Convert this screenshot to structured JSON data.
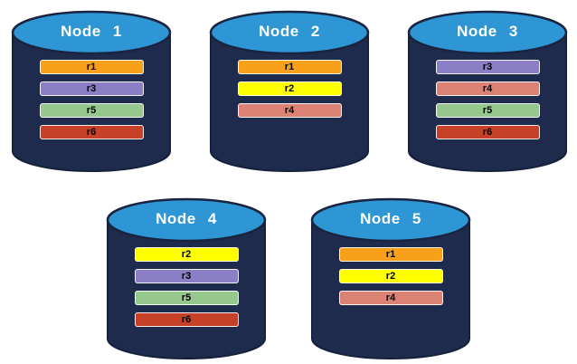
{
  "diagram": {
    "description": "Five database nodes with replica placement",
    "colors": {
      "cylinder_body": "#1F2B4D",
      "cylinder_outline": "#15203D",
      "cylinder_top": "#2E96D4",
      "cylinder_top_outline": "#1A2440",
      "replica": {
        "r1": "#F9A01B",
        "r2": "#FFFF00",
        "r3": "#8A7EC6",
        "r4": "#DC8274",
        "r5": "#96C88E",
        "r6": "#C64128"
      }
    },
    "nodes": [
      {
        "label": "Node 1",
        "replicas": [
          "r1",
          "r3",
          "r5",
          "r6"
        ]
      },
      {
        "label": "Node 2",
        "replicas": [
          "r1",
          "r2",
          "r4"
        ]
      },
      {
        "label": "Node 3",
        "replicas": [
          "r3",
          "r4",
          "r5",
          "r6"
        ]
      },
      {
        "label": "Node 4",
        "replicas": [
          "r2",
          "r3",
          "r5",
          "r6"
        ]
      },
      {
        "label": "Node 5",
        "replicas": [
          "r1",
          "r2",
          "r4"
        ]
      }
    ],
    "rows": [
      [
        0,
        1,
        2
      ],
      [
        3,
        4
      ]
    ]
  }
}
